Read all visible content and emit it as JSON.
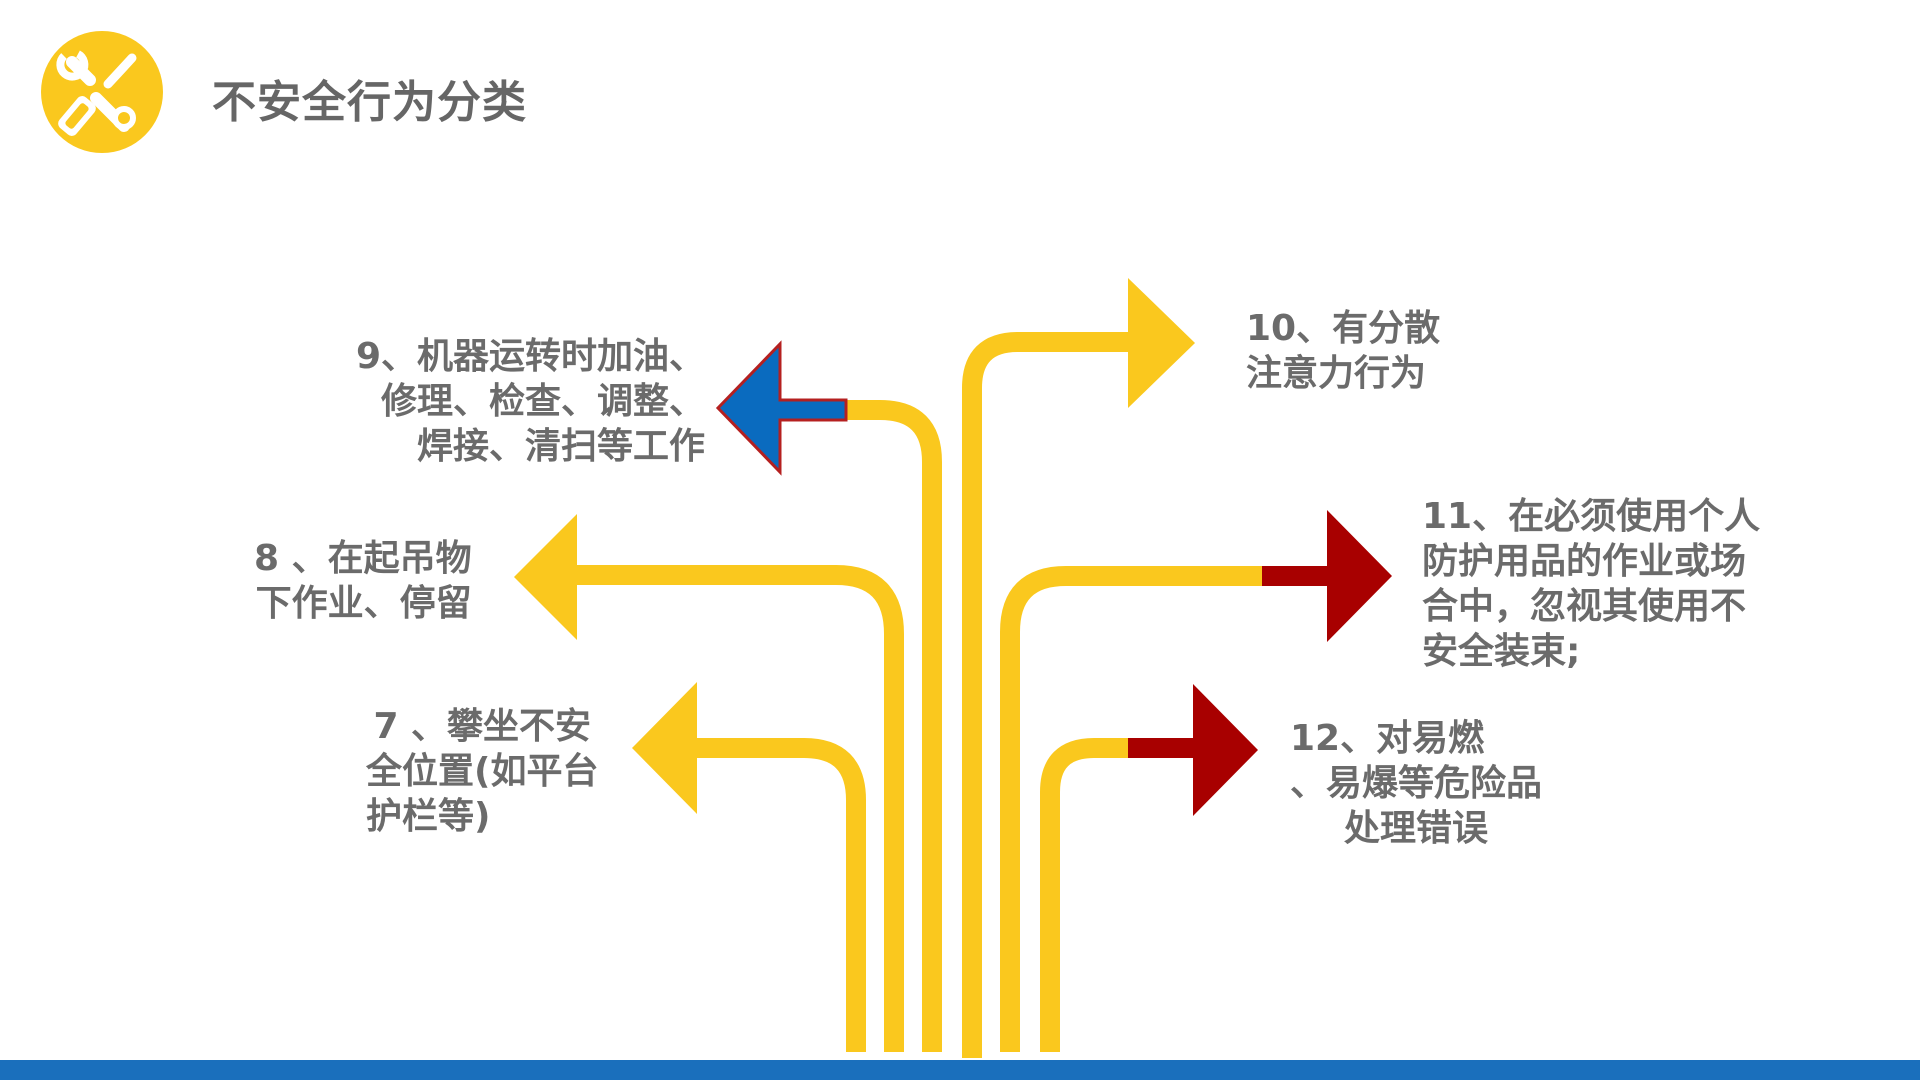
{
  "title": "不安全行为分类",
  "icon": "tools-icon",
  "colors": {
    "yellow": "#fac81e",
    "blue": "#0a6bbf",
    "dark_red": "#a80000",
    "text": "#6b6b6b",
    "bar": "#1a6fbc"
  },
  "items": [
    {
      "id": 7,
      "lines": [
        "7 、攀坐不安",
        "全位置(如平台",
        "护栏等)"
      ]
    },
    {
      "id": 8,
      "lines": [
        "8 、在起吊物",
        "下作业、停留"
      ]
    },
    {
      "id": 9,
      "lines": [
        "9、机器运转时加油、",
        "修理、检查、调整、",
        "焊接、清扫等工作"
      ]
    },
    {
      "id": 10,
      "lines": [
        "10、有分散",
        "注意力行为"
      ]
    },
    {
      "id": 11,
      "lines": [
        "11、在必须使用个人",
        "防护用品的作业或场",
        "合中，忽视其使用不",
        "安全装束;"
      ]
    },
    {
      "id": 12,
      "lines": [
        "12、对易燃",
        "、易爆等危险品",
        "处理错误"
      ]
    }
  ]
}
